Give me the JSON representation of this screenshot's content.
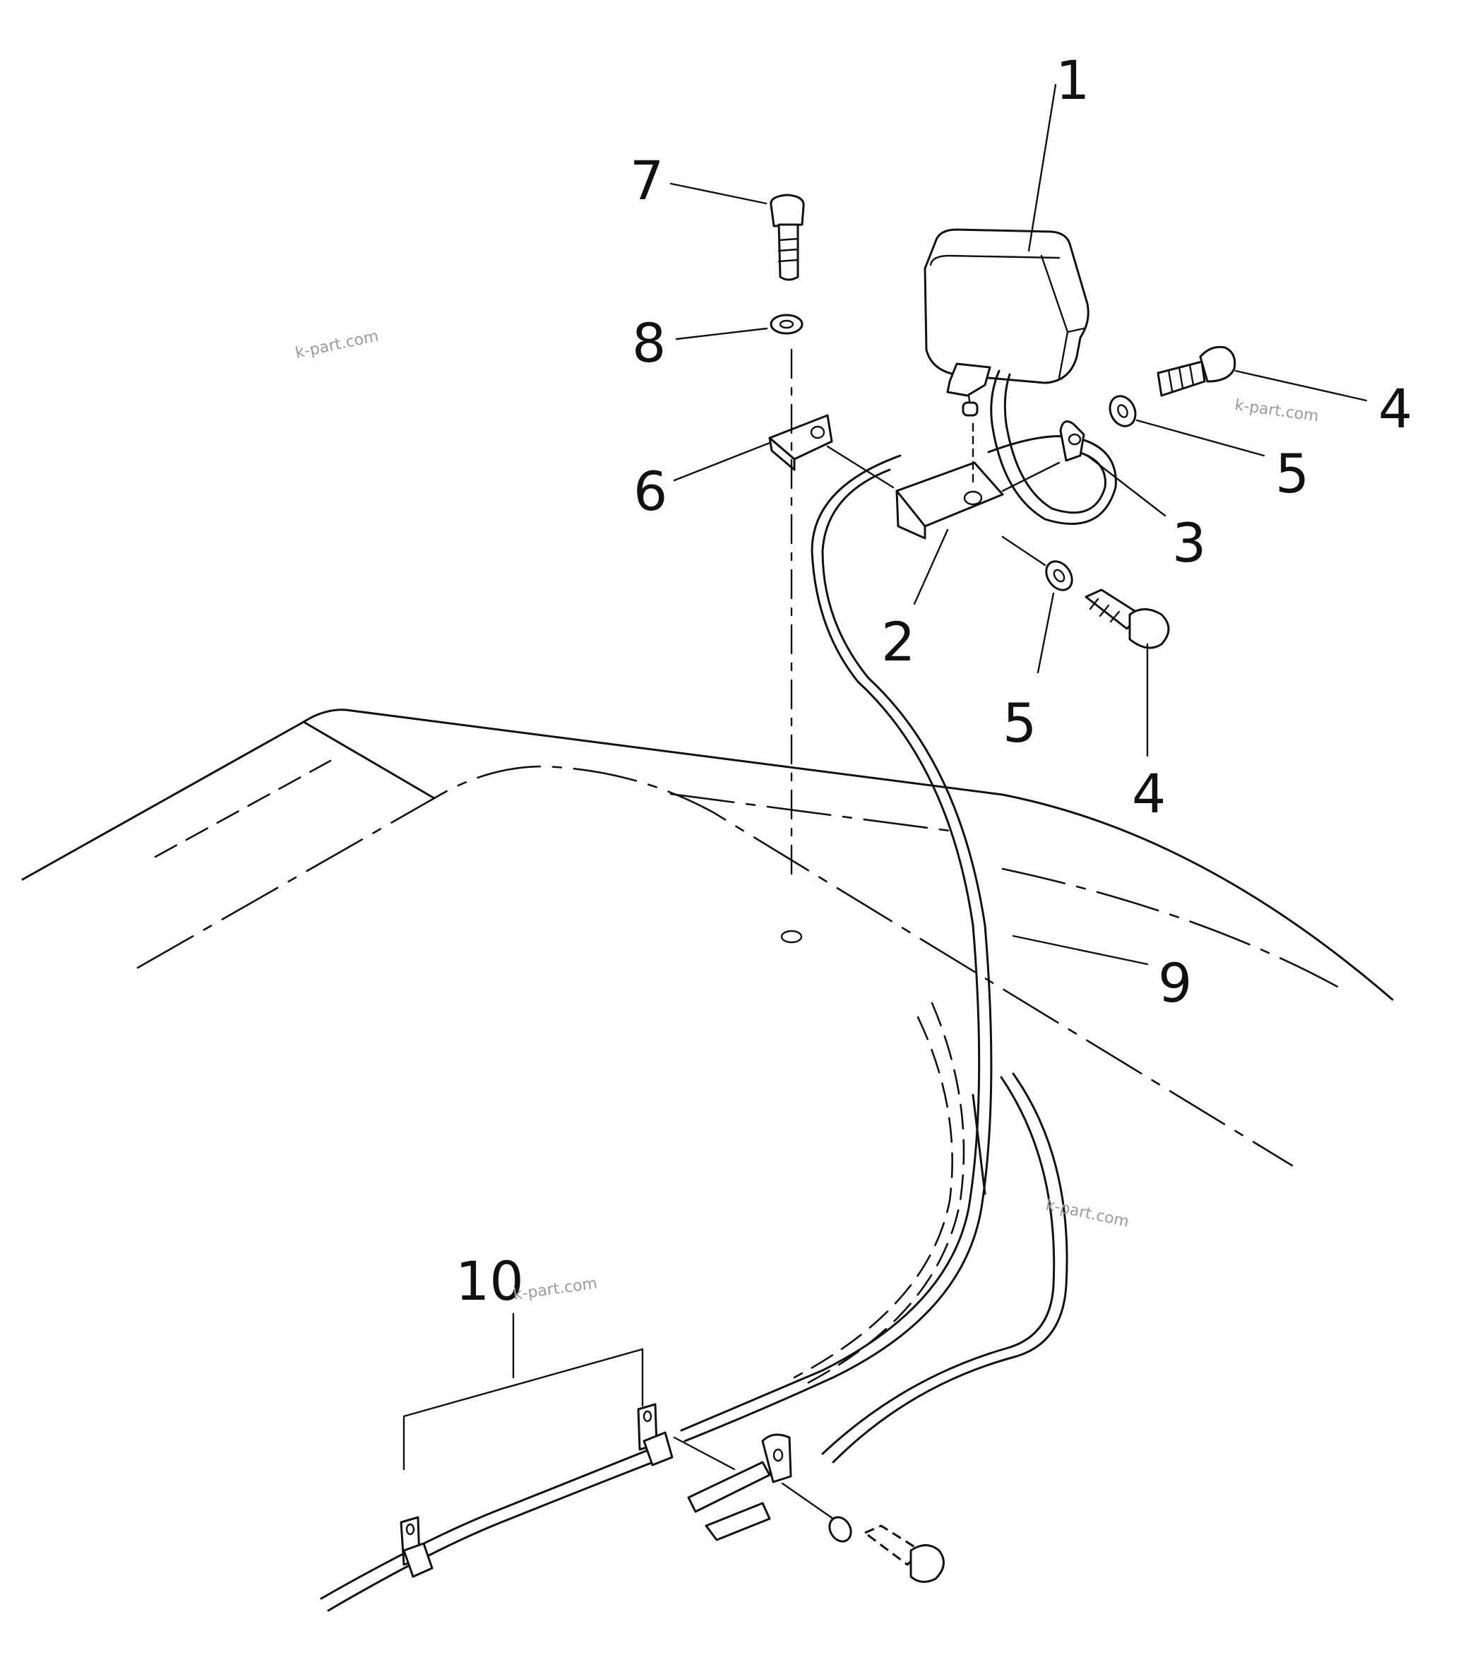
{
  "callouts": {
    "c1": "1",
    "c2": "2",
    "c3": "3",
    "c4a": "4",
    "c4b": "4",
    "c5a": "5",
    "c5b": "5",
    "c6": "6",
    "c7": "7",
    "c8": "8",
    "c9": "9",
    "c10": "10"
  },
  "watermarks": {
    "w1": "k-part.com",
    "w2": "k-part.com",
    "w3": "k-part.com",
    "w4": "k-part.com"
  }
}
